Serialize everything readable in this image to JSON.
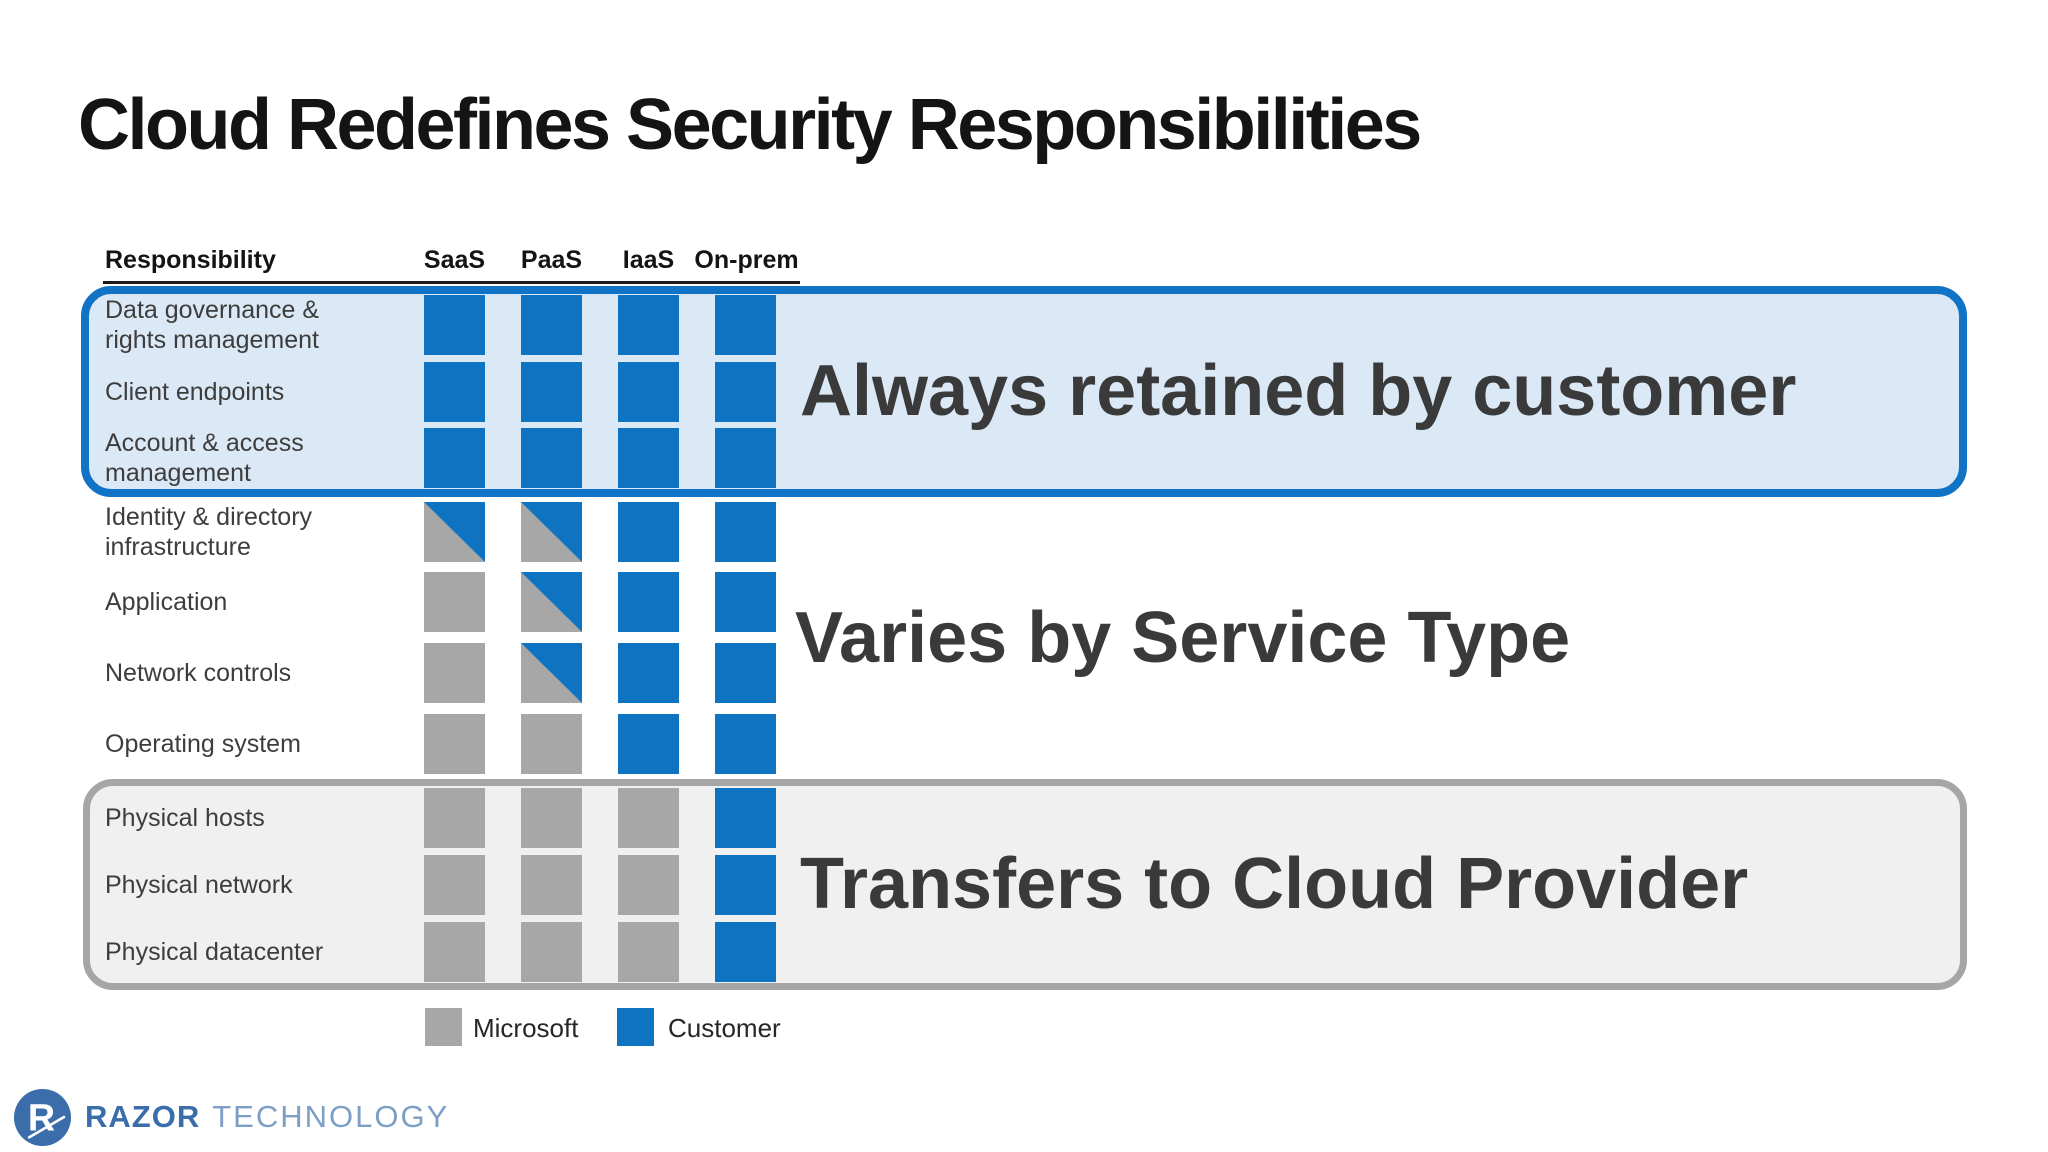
{
  "title": "Cloud Redefines Security Responsibilities",
  "colors": {
    "customer": "#0e74c2",
    "microsoft": "#a7a7a7",
    "customer_box_bg": "#dbe8f5",
    "customer_box_border": "#1173c5",
    "provider_box_bg": "#f0f0f0",
    "provider_box_border": "#a6a6a6",
    "annotation_text": "#3a3a3a",
    "logo_blue": "#3a6da9",
    "logo_light_blue": "#7d9ec5"
  },
  "table": {
    "header": {
      "responsibility": "Responsibility",
      "columns": [
        "SaaS",
        "PaaS",
        "IaaS",
        "On-prem"
      ]
    },
    "rows": [
      {
        "label": [
          "Data governance &",
          "rights management"
        ],
        "cells": [
          "customer",
          "customer",
          "customer",
          "customer"
        ],
        "section": "always-retained"
      },
      {
        "label": [
          "Client endpoints"
        ],
        "cells": [
          "customer",
          "customer",
          "customer",
          "customer"
        ],
        "section": "always-retained"
      },
      {
        "label": [
          "Account & access",
          "management"
        ],
        "cells": [
          "customer",
          "customer",
          "customer",
          "customer"
        ],
        "section": "always-retained"
      },
      {
        "label": [
          "Identity & directory",
          "infrastructure"
        ],
        "cells": [
          "shared",
          "shared",
          "customer",
          "customer"
        ],
        "section": "varies"
      },
      {
        "label": [
          "Application"
        ],
        "cells": [
          "microsoft",
          "shared",
          "customer",
          "customer"
        ],
        "section": "varies"
      },
      {
        "label": [
          "Network controls"
        ],
        "cells": [
          "microsoft",
          "shared",
          "customer",
          "customer"
        ],
        "section": "varies"
      },
      {
        "label": [
          "Operating system"
        ],
        "cells": [
          "microsoft",
          "microsoft",
          "customer",
          "customer"
        ],
        "section": "varies"
      },
      {
        "label": [
          "Physical hosts"
        ],
        "cells": [
          "microsoft",
          "microsoft",
          "microsoft",
          "customer"
        ],
        "section": "transfers"
      },
      {
        "label": [
          "Physical network"
        ],
        "cells": [
          "microsoft",
          "microsoft",
          "microsoft",
          "customer"
        ],
        "section": "transfers"
      },
      {
        "label": [
          "Physical datacenter"
        ],
        "cells": [
          "microsoft",
          "microsoft",
          "microsoft",
          "customer"
        ],
        "section": "transfers"
      }
    ]
  },
  "annotations": {
    "always": "Always retained by customer",
    "varies": "Varies by Service Type",
    "transfers": "Transfers to Cloud Provider"
  },
  "legend": [
    {
      "label": "Microsoft",
      "type": "microsoft"
    },
    {
      "label": "Customer",
      "type": "customer"
    }
  ],
  "logo": {
    "letter": "R",
    "brand": "RAZOR",
    "suffix": "TECHNOLOGY"
  }
}
